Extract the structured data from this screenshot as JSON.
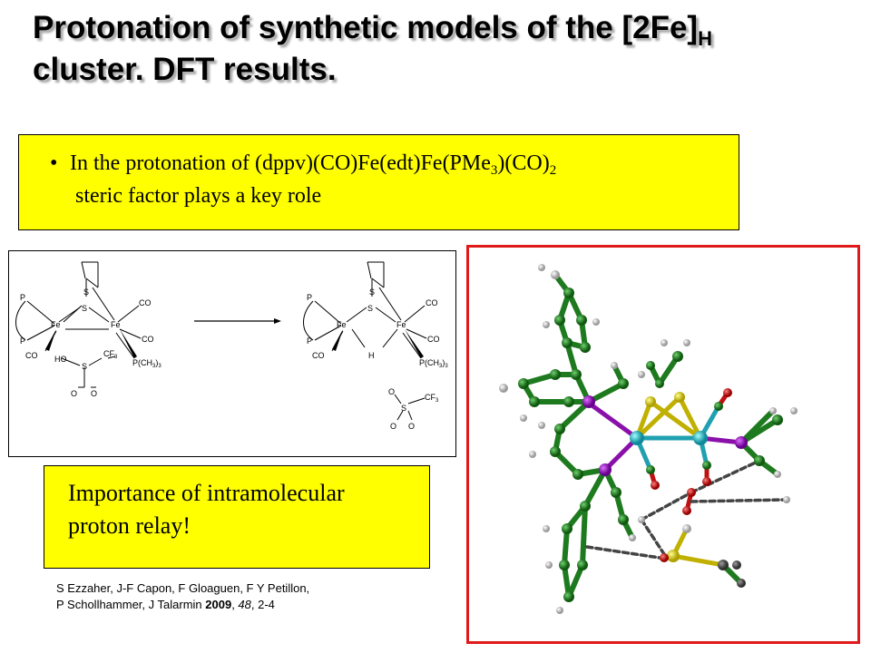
{
  "title": {
    "part1": "Protonation of synthetic models of the [2Fe]",
    "sub": "H",
    "part2": "cluster. DFT results."
  },
  "bullet": {
    "prefix": "In the protonation of (dppv)(CO)Fe(edt)Fe(PMe",
    "sub1": "3",
    "mid": ")(CO)",
    "sub2": "2",
    "line2": "steric factor plays a key role"
  },
  "scheme": {
    "P": "P",
    "S": "S",
    "Fe": "Fe",
    "CO": "CO",
    "H": "H",
    "HO": "HO",
    "O": "O",
    "CF3": "CF",
    "CF3_sub": "3",
    "PCH3": "P(CH",
    "PCH3_sub1": "3",
    "PCH3_close": ")",
    "PCH3_sub2": "3"
  },
  "relay": {
    "line1": "Importance of intramolecular",
    "line2": "proton relay!"
  },
  "reference": {
    "authors1": "S Ezzaher, J-F Capon, F Gloaguen, F Y Petillon,",
    "authors2": "P Schollhammer, J Talarmin ",
    "year": "2009",
    "sep": ", ",
    "volume": "48",
    "pages": ", 2-4"
  },
  "colors": {
    "highlight": "#ffff00",
    "mol_frame": "#e01a1a",
    "carbon": "#1e7a1e",
    "hydrogen": "#e8e8e8",
    "sulfur": "#f0e020",
    "phosphorus": "#a020c0",
    "iron": "#20c0d0",
    "oxygen": "#e01010"
  }
}
